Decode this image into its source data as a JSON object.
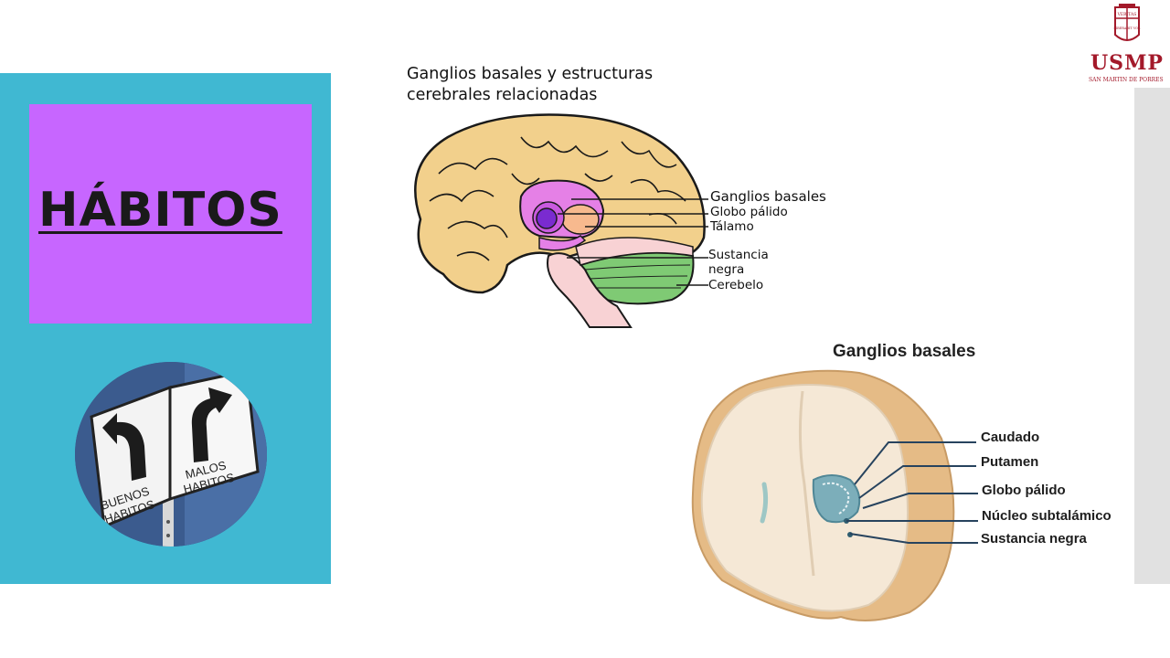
{
  "slide": {
    "title": "HÁBITOS",
    "accent_blue": "#40b8d2",
    "accent_purple": "#c766ff"
  },
  "logo": {
    "name": "USMP",
    "subtitle": "SAN MARTIN DE PORRES",
    "seal_text_top": "VERITAS",
    "seal_text_bottom": "LIBERABIT VOS",
    "color": "#a3192a"
  },
  "sign_image": {
    "left_label_line1": "BUENOS",
    "left_label_line2": "HABITOS",
    "right_label_line1": "MALOS",
    "right_label_line2": "HABITOS"
  },
  "diagram1": {
    "title_line1": "Ganglios basales y estructuras",
    "title_line2": "cerebrales relacionadas",
    "labels": {
      "ganglios": "Ganglios basales",
      "globo": "Globo pálido",
      "talamo": "Tálamo",
      "sustancia_line1": "Sustancia",
      "sustancia_line2": "negra",
      "cerebelo": "Cerebelo"
    }
  },
  "diagram2": {
    "title": "Ganglios basales",
    "labels": {
      "caudado": "Caudado",
      "putamen": "Putamen",
      "globo": "Globo pálido",
      "nucleo": "Núcleo subtalámico",
      "sustancia": "Sustancia negra"
    }
  }
}
